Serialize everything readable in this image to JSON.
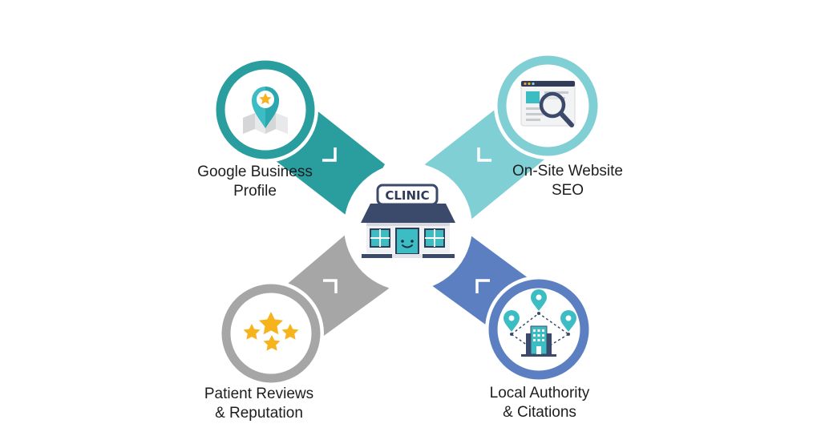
{
  "diagram": {
    "center": {
      "label": "CLINIC",
      "icon": "clinic-building-icon"
    },
    "nodes": [
      {
        "id": "google-business-profile",
        "line1": "Google Business",
        "line2": "Profile",
        "icon": "map-pin-star-icon",
        "color": "#2a9d9f"
      },
      {
        "id": "on-site-website-seo",
        "line1": "On-Site Website",
        "line2": "SEO",
        "icon": "webpage-magnifier-icon",
        "color": "#7fcfd4"
      },
      {
        "id": "patient-reviews",
        "line1": "Patient Reviews",
        "line2": "& Reputation",
        "icon": "stars-rating-icon",
        "color": "#a6a6a6"
      },
      {
        "id": "local-authority",
        "line1": "Local Authority",
        "line2": "& Citations",
        "icon": "building-network-pins-icon",
        "color": "#5b7fc0"
      }
    ]
  },
  "colors": {
    "background": "#ffffff",
    "navy": "#3b4a6b",
    "teal_accent": "#3cbcc3",
    "star": "#f6b31b",
    "text": "#1e1e1e"
  }
}
